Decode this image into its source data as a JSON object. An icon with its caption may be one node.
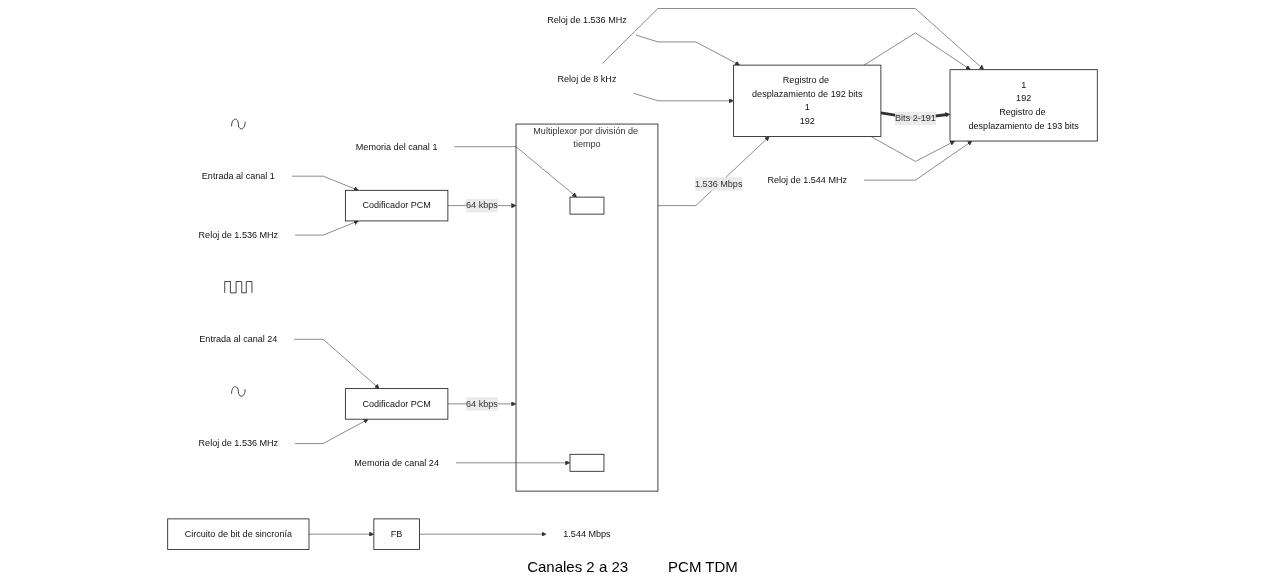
{
  "diagram": {
    "nodes": [
      {
        "text": [],
        "shape": "picture"
      },
      {
        "text": [
          "Entrada al canal 1"
        ]
      },
      {
        "text": [
          "Codificador PCM"
        ]
      },
      {
        "text": [
          "Reloj de 1.536 MHz"
        ]
      },
      {
        "text": [
          "Multiplexor por división de tiempo"
        ]
      },
      {
        "text": [],
        "shape": "box",
        "in": 4
      },
      {
        "text": [],
        "shape": "box",
        "in": 4
      },
      {
        "text": [
          "Memoria del canal 1"
        ]
      },
      {
        "text": [
          "Reloj de 1.536 MHz"
        ]
      },
      {
        "text": [
          "Registro de desplazamiento de 192 bits",
          "1",
          "192"
        ]
      },
      {
        "text": [
          "Reloj de 8 kHz"
        ]
      },
      {
        "text": [
          "1",
          "192",
          "Registro de desplazamiento de 193 bits"
        ]
      },
      {
        "text": [
          "FB"
        ]
      },
      {
        "text": [
          "1.544 Mbps"
        ]
      },
      {
        "text": [],
        "shape": "picture"
      },
      {
        "text": [
          "Reloj de 1.544 MHz"
        ]
      },
      {
        "text": [
          "Circuito de bit de sincronía"
        ]
      },
      {
        "text": [],
        "shape": "picture"
      },
      {
        "text": [
          "Entrada al canal 24"
        ]
      },
      {
        "text": [
          "Codificador PCM"
        ]
      },
      {
        "text": [
          "Reloj de 1.536 MHz"
        ]
      },
      {
        "text": [
          "Memoria de canal 24"
        ]
      }
    ],
    "edges": [
      {
        "from": 1,
        "to": 2,
        "arrow": "to"
      },
      {
        "from": 2,
        "to": 4,
        "arrow": "to",
        "label": "64 kbps"
      },
      {
        "from": 3,
        "to": 2,
        "arrow": "to"
      },
      {
        "from": 7,
        "to": 5,
        "arrow": "to"
      },
      {
        "from": 8,
        "to": 9,
        "arrow": "to"
      },
      {
        "from": 4,
        "to": 9,
        "arrow": "to",
        "label": "1.536 Mbps"
      },
      {
        "from": 10,
        "to": 9,
        "arrow": "to"
      },
      {
        "from": 10,
        "to": 11,
        "arrow": "to"
      },
      {
        "from": 9,
        "to": 11,
        "arrow": "to"
      },
      {
        "from": 9,
        "to": 11,
        "arrow": "to",
        "label": "Bits 2-191",
        "style": "thick"
      },
      {
        "from": 9,
        "to": 11,
        "arrow": "to"
      },
      {
        "from": 12,
        "to": 13,
        "arrow": "to"
      },
      {
        "from": 15,
        "to": 11,
        "arrow": "to"
      },
      {
        "from": 16,
        "to": 12,
        "arrow": "to"
      },
      {
        "from": 18,
        "to": 19,
        "arrow": "to"
      },
      {
        "from": 19,
        "to": 4,
        "arrow": "to",
        "label": "64 kbps"
      },
      {
        "from": 20,
        "to": 19,
        "arrow": "to"
      },
      {
        "from": 21,
        "to": 6,
        "arrow": "to"
      }
    ],
    "labels": [
      "Canales 2 a 23",
      "PCM TDM"
    ]
  }
}
